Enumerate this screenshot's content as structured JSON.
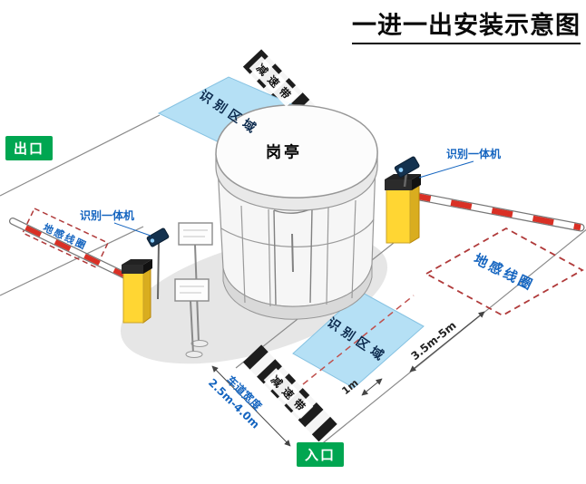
{
  "title": "一进一出安装示意图",
  "badges": {
    "exit": "出口",
    "entrance": "入口"
  },
  "booth_label": "岗亭",
  "speed_bump_top": "减速带",
  "speed_bump_bottom": "减速带",
  "recognition_area_top": "识别区域",
  "recognition_area_bottom": "识别区域",
  "reader_left": "识别一体机",
  "reader_right": "识别一体机",
  "ground_coil_left": "地感线圈",
  "ground_coil_right": "地感线圈",
  "dim_lane_length": "3.5m-5m",
  "dim_offset": "1m",
  "lane_width_label": "车道宽度",
  "lane_width_value": "2.5m-4.0m",
  "colors": {
    "badge_green": "#00a651",
    "recognition_blue": "#b5e0f5",
    "label_blue": "#1565c0",
    "barrier_yellow": "#ffd633",
    "stripe_red": "#d93025",
    "coil_dash_red": "#b03a3a"
  }
}
